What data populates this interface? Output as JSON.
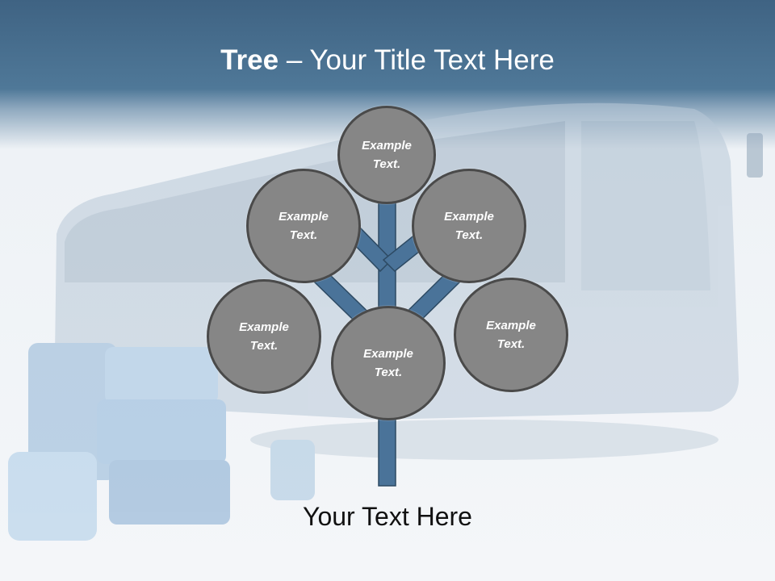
{
  "slide": {
    "title_bold": "Tree",
    "title_rest": " – Your Title Text Here",
    "caption": "Your Text Here"
  },
  "nodes": [
    {
      "id": "top",
      "text": "Example Text."
    },
    {
      "id": "upper-left",
      "text": "Example Text."
    },
    {
      "id": "upper-right",
      "text": "Example Text."
    },
    {
      "id": "lower-left",
      "text": "Example Text."
    },
    {
      "id": "lower-right",
      "text": "Example Text."
    },
    {
      "id": "center",
      "text": "Example Text."
    }
  ],
  "colors": {
    "header": "#4f7898",
    "trunk": "#4a7399",
    "node_fill": "#868686",
    "node_border": "#4a4a4a"
  }
}
